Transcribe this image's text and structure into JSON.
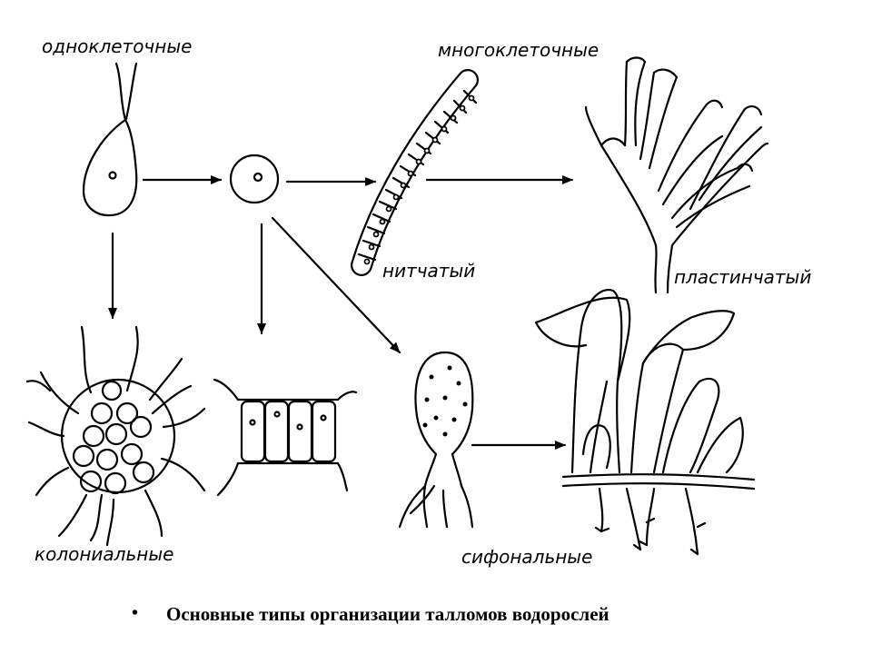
{
  "labels": {
    "unicellular": "одноклеточные",
    "multicellular": "многоклеточные",
    "filamentous": "нитчатый",
    "lamellar": "пластинчатый",
    "colonial": "колониальные",
    "siphonal": "сифональные"
  },
  "caption": {
    "bullet": "•",
    "text": "Основные типы организации талломов водорослей"
  },
  "colors": {
    "ink": "#000000",
    "background": "#ffffff"
  }
}
